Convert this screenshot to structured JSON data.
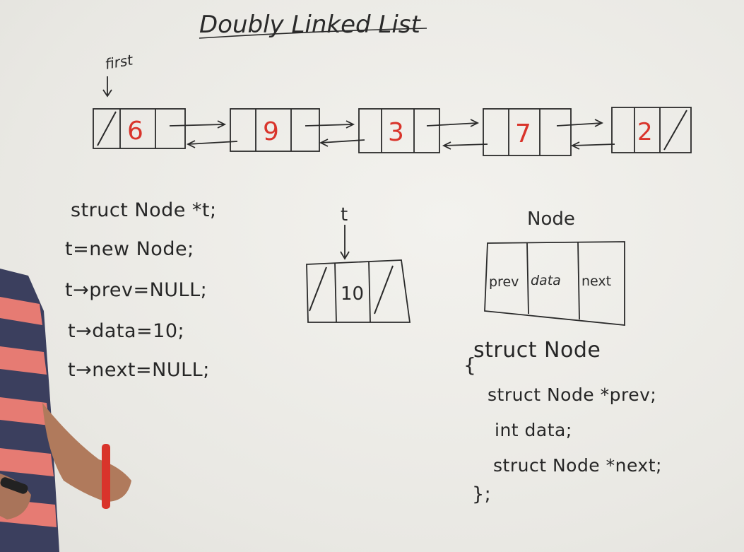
{
  "title": "Doubly Linked List",
  "first_label": "first",
  "list_nodes": [
    "6",
    "9",
    "3",
    "7",
    "2"
  ],
  "left_code": [
    "struct Node *t;",
    "t=new Node;",
    "t→prev=NULL;",
    "t→data=10;",
    "t→next=NULL;"
  ],
  "temp_node": {
    "pointer_label": "t",
    "value": "10"
  },
  "node_diagram": {
    "title": "Node",
    "fields": [
      "prev",
      "data",
      "next"
    ]
  },
  "struct_code": [
    "struct Node",
    "{",
    "struct Node *prev;",
    "int data;",
    "struct Node *next;",
    "};"
  ],
  "colors": {
    "ink": "#2a2a2a",
    "value": "#d9342b"
  }
}
